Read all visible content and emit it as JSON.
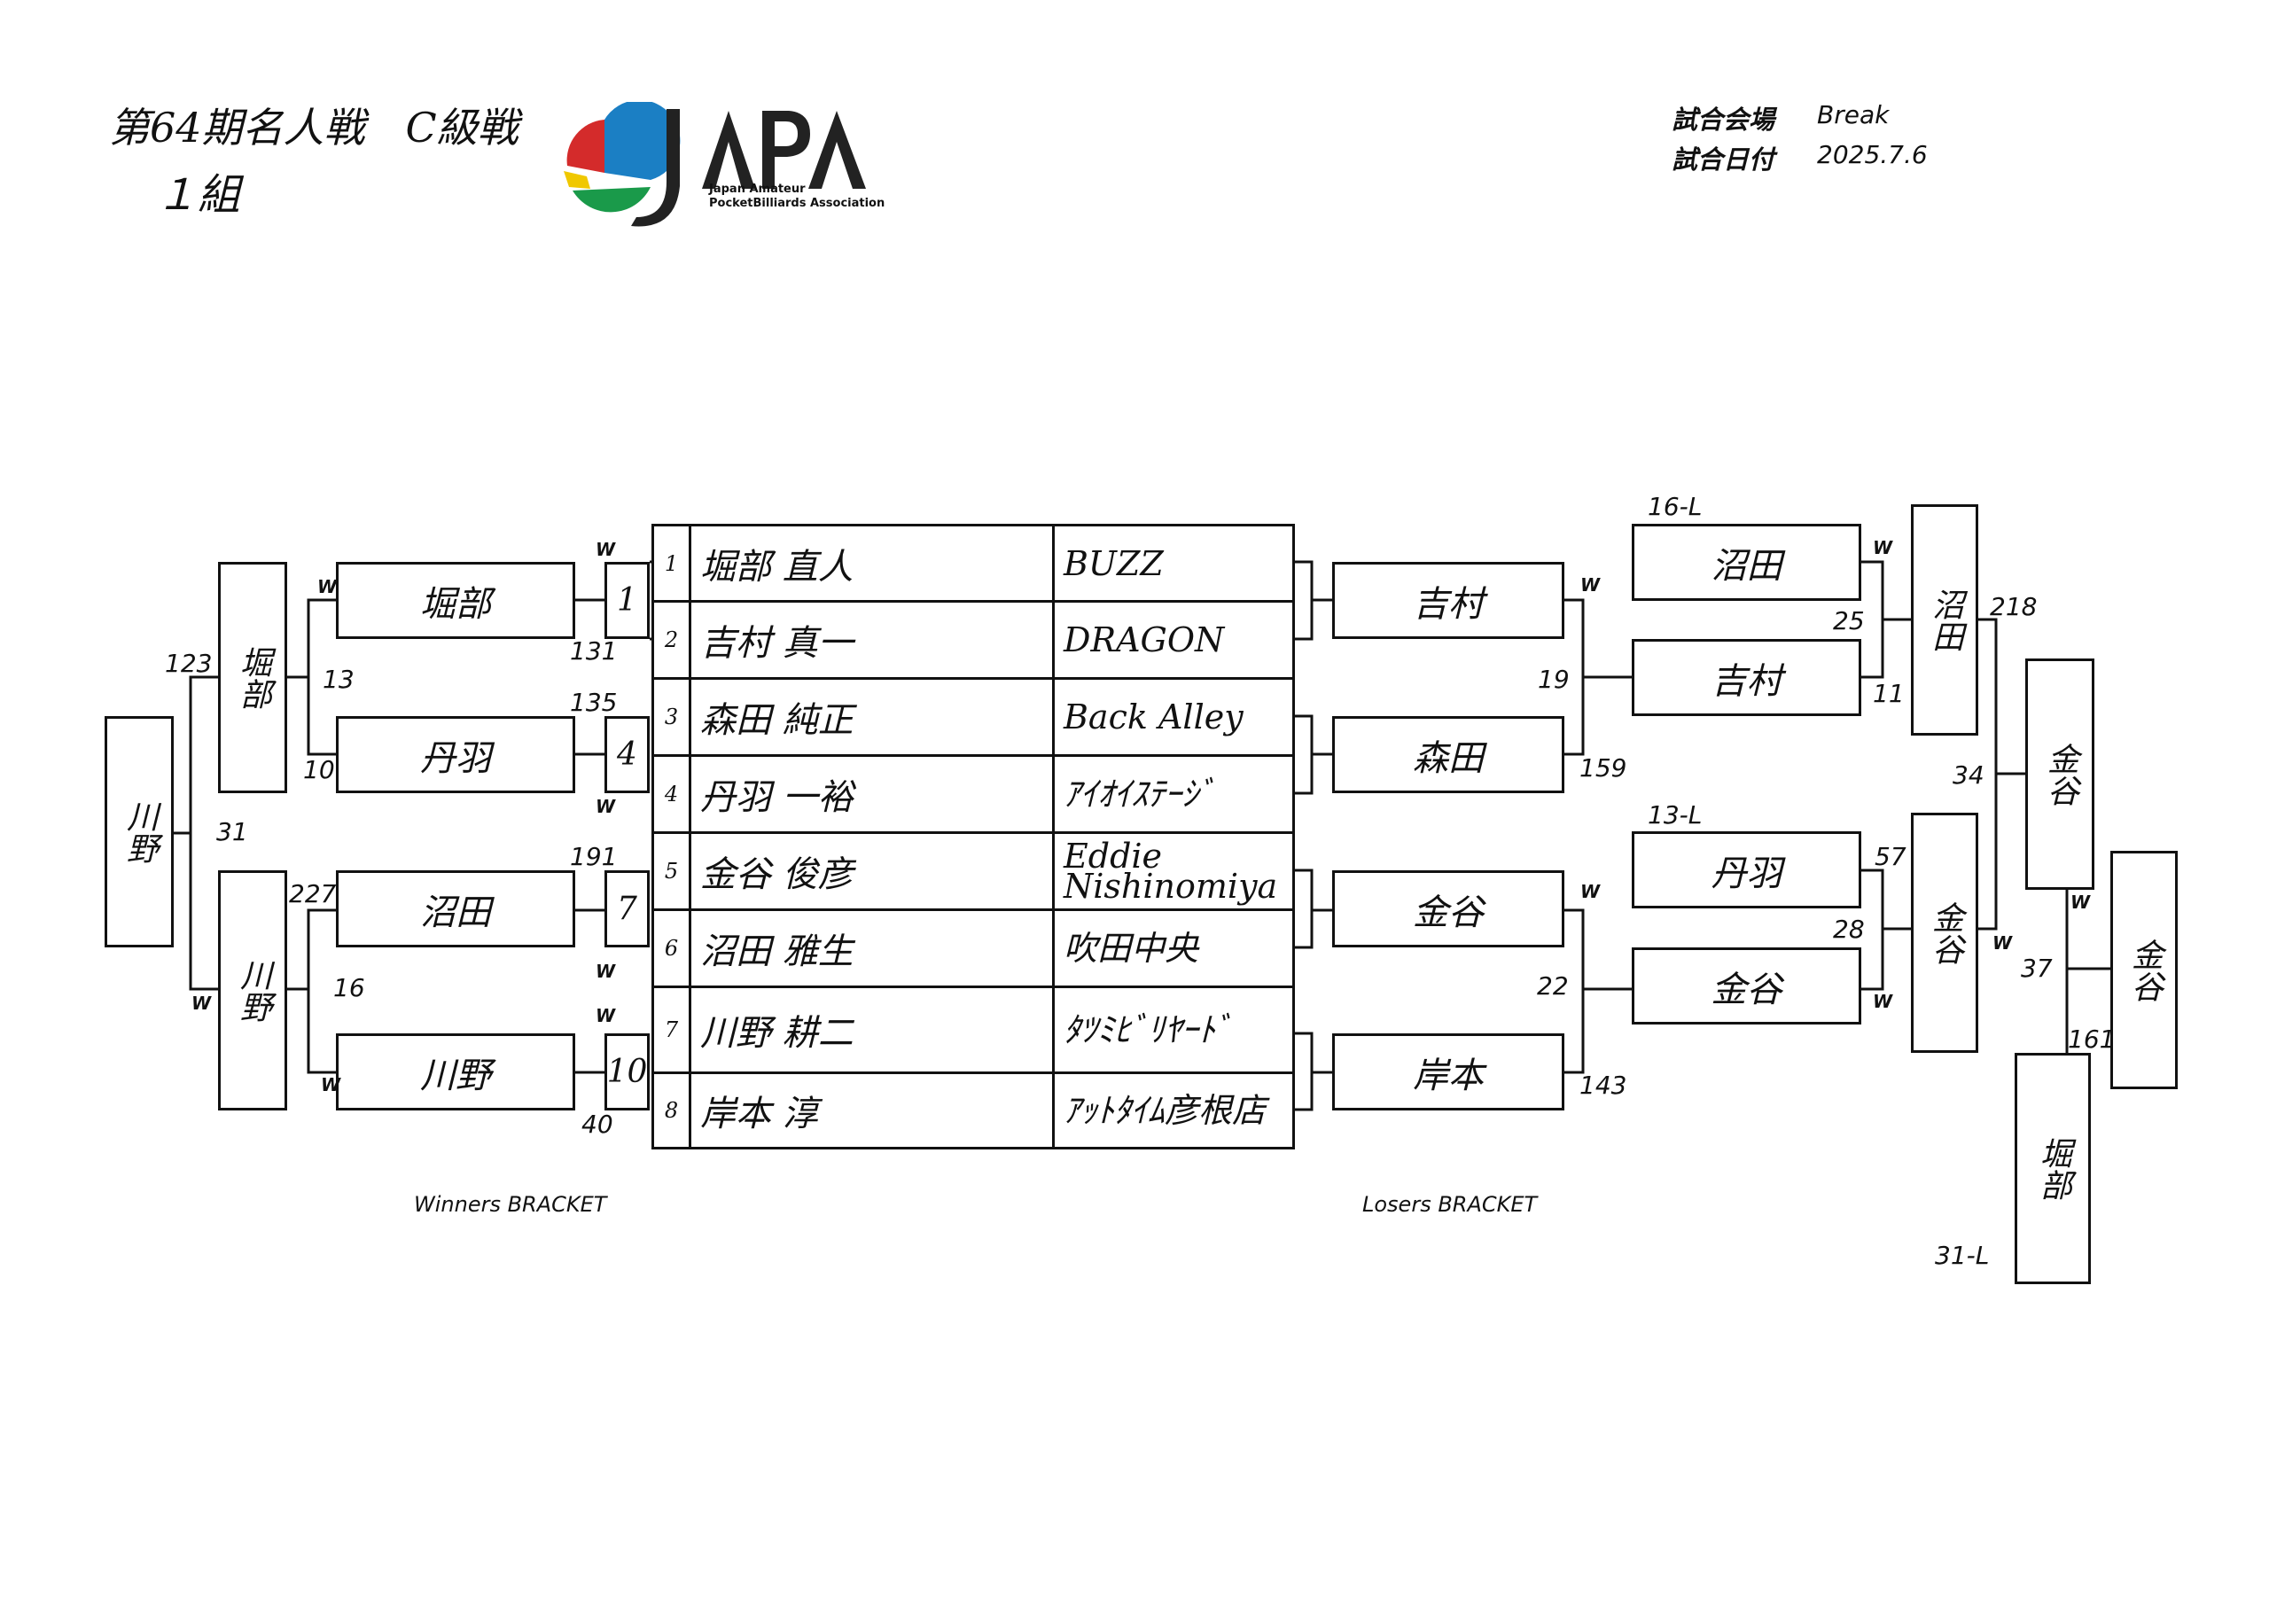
{
  "header": {
    "title": "第64期名人戦　C級戦",
    "group": "１組",
    "venue_label": "試合会場",
    "venue_value": "Break",
    "date_label": "試合日付",
    "date_value": "2025.7.6",
    "logo_text": "JAPA",
    "logo_sub1": "Japan Amateur",
    "logo_sub2": "PocketBilliards Association"
  },
  "players": [
    {
      "seed": "1",
      "name": "堀部 直人",
      "team": "BUZZ"
    },
    {
      "seed": "2",
      "name": "吉村 真一",
      "team": "DRAGON"
    },
    {
      "seed": "3",
      "name": "森田 純正",
      "team": "Back Alley"
    },
    {
      "seed": "4",
      "name": "丹羽 一裕",
      "team": "ｱｲｵｲｽﾃｰｼﾞ"
    },
    {
      "seed": "5",
      "name": "金谷 俊彦",
      "team": "Eddie Nishinomiya"
    },
    {
      "seed": "6",
      "name": "沼田 雅生",
      "team": "吹田中央"
    },
    {
      "seed": "7",
      "name": "川野 耕二",
      "team": "ﾀﾂﾐﾋﾞﾘﾔｰﾄﾞ"
    },
    {
      "seed": "8",
      "name": "岸本 淳",
      "team": "ｱｯﾄﾀｲﾑ彦根店"
    }
  ],
  "winners": {
    "label": "Winners BRACKET",
    "r1_seeds": [
      "1",
      "4",
      "7",
      "10"
    ],
    "r1": [
      "堀部",
      "丹羽",
      "沼田",
      "川野"
    ],
    "r2": [
      "堀部",
      "川野"
    ],
    "final": "川野",
    "nums": {
      "m131": "131",
      "m135": "135",
      "m191": "191",
      "m40": "40",
      "m13": "13",
      "m10": "10",
      "m227": "227",
      "m16": "16",
      "m123": "123",
      "m31": "31"
    },
    "w": "W"
  },
  "losers": {
    "label": "Losers BRACKET",
    "r1": [
      "吉村",
      "森田",
      "金谷",
      "岸本"
    ],
    "r2": [
      "沼田",
      "吉村",
      "丹羽",
      "金谷"
    ],
    "r3": [
      "沼田",
      "金谷"
    ],
    "r4": "金谷",
    "r5_bottom": "堀部",
    "final": "金谷",
    "drops": {
      "d16": "16-L",
      "d13": "13-L",
      "d31": "31-L"
    },
    "nums": {
      "m19": "19",
      "m159": "159",
      "m22": "22",
      "m143": "143",
      "m25": "25",
      "m11": "11",
      "m57": "57",
      "m28": "28",
      "m218": "218",
      "m34": "34",
      "m37": "37",
      "m161": "161"
    },
    "w": "W"
  },
  "colors": {
    "line": "#111111",
    "logo_blue": "#1b7fc4",
    "logo_red": "#d42b2b",
    "logo_yellow": "#f0c800",
    "logo_green": "#1a9a4a",
    "logo_dark": "#222222"
  }
}
